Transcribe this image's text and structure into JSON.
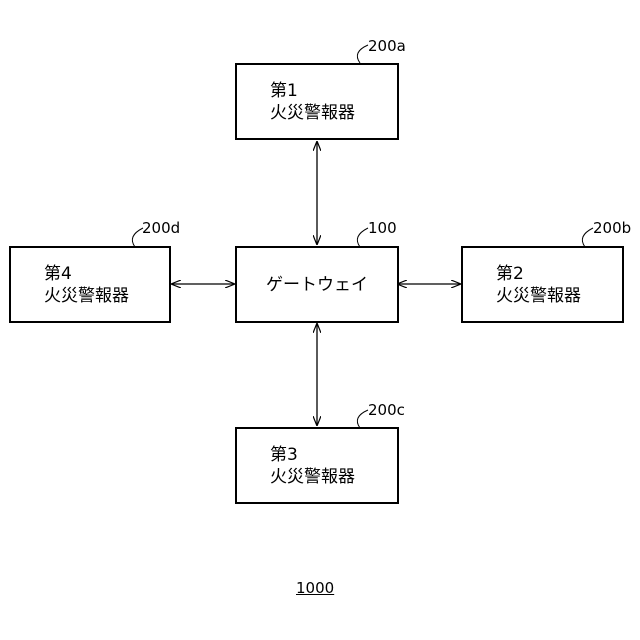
{
  "gateway": {
    "label": "ゲートウェイ",
    "ref": "100"
  },
  "alarms": [
    {
      "line1": "第1",
      "line2": "火災警報器",
      "ref": "200a"
    },
    {
      "line1": "第2",
      "line2": "火災警報器",
      "ref": "200b"
    },
    {
      "line1": "第3",
      "line2": "火災警報器",
      "ref": "200c"
    },
    {
      "line1": "第4",
      "line2": "火災警報器",
      "ref": "200d"
    }
  ],
  "figure_ref": "1000"
}
